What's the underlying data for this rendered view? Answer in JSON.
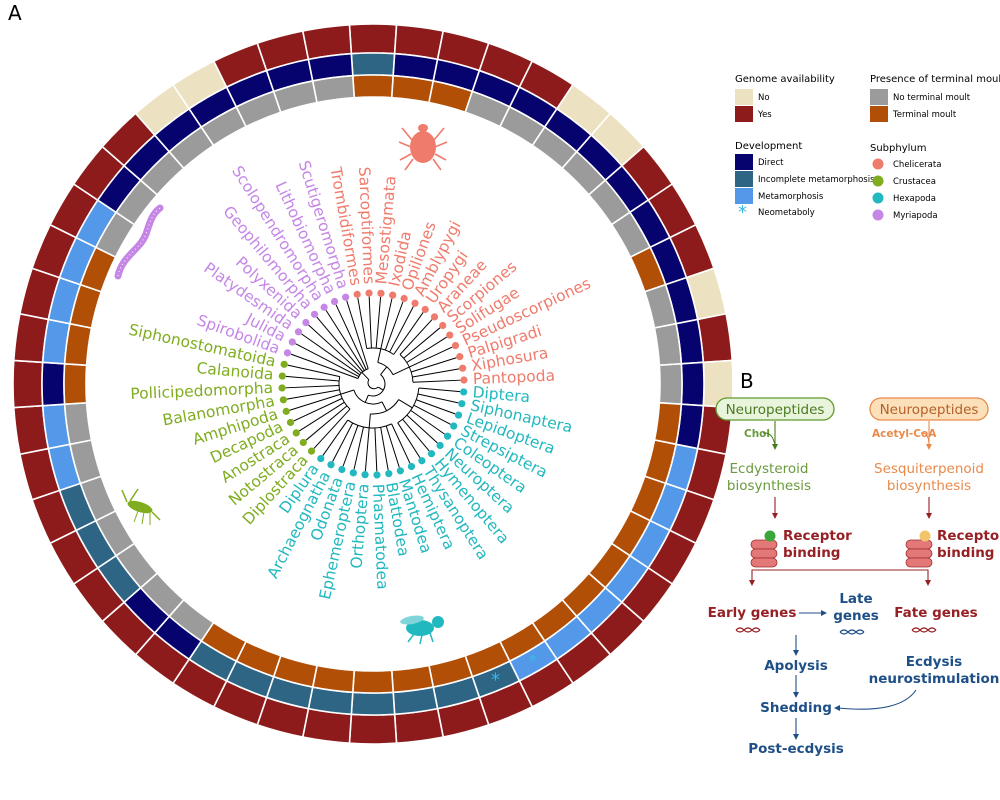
{
  "panels": {
    "a": "A",
    "b": "B"
  },
  "legend": {
    "genome": {
      "title": "Genome availability",
      "items": [
        {
          "label": "No",
          "color": "#ece2c2"
        },
        {
          "label": "Yes",
          "color": "#8e1b1c"
        }
      ]
    },
    "moult": {
      "title": "Presence of terminal moult",
      "items": [
        {
          "label": "No terminal moult",
          "color": "#9b9b9b"
        },
        {
          "label": "Terminal moult",
          "color": "#b24f06"
        }
      ]
    },
    "development": {
      "title": "Development",
      "items": [
        {
          "label": "Direct",
          "color": "#06036e"
        },
        {
          "label": "Incomplete metamorphosis",
          "color": "#2e6585"
        },
        {
          "label": "Metamorphosis",
          "color": "#5499e9"
        },
        {
          "label": "Neometaboly",
          "color": "#3ab7e6",
          "symbol": "*"
        }
      ]
    },
    "subphylum": {
      "title": "Subphylum",
      "items": [
        {
          "label": "Chelicerata",
          "color": "#ef7b6c"
        },
        {
          "label": "Crustacea",
          "color": "#7fad1f"
        },
        {
          "label": "Hexapoda",
          "color": "#22b8c0"
        },
        {
          "label": "Myriapoda",
          "color": "#c586e6"
        }
      ]
    }
  },
  "colors": {
    "genome_no": "#ece2c2",
    "genome_yes": "#8e1b1c",
    "moult_no": "#9b9b9b",
    "moult_yes": "#b24f06",
    "dev_direct": "#06036e",
    "dev_incomplete": "#2e6585",
    "dev_meta": "#5499e9",
    "chelicerata": "#ef7b6c",
    "crustacea": "#7fad1f",
    "hexapoda": "#22b8c0",
    "myriapoda": "#c586e6"
  },
  "tree": {
    "taxa": [
      {
        "name": "Trombidiformes",
        "group": "chelicerata"
      },
      {
        "name": "Sarcoptiformes",
        "group": "chelicerata"
      },
      {
        "name": "Mesostigmata",
        "group": "chelicerata"
      },
      {
        "name": "Ixodida",
        "group": "chelicerata"
      },
      {
        "name": "Opiliones",
        "group": "chelicerata"
      },
      {
        "name": "Amblypygi",
        "group": "chelicerata"
      },
      {
        "name": "Uropygi",
        "group": "chelicerata"
      },
      {
        "name": "Araneae",
        "group": "chelicerata"
      },
      {
        "name": "Scorpiones",
        "group": "chelicerata"
      },
      {
        "name": "Solifugae",
        "group": "chelicerata"
      },
      {
        "name": "Pseudoscorpiones",
        "group": "chelicerata"
      },
      {
        "name": "Palpigradi",
        "group": "chelicerata"
      },
      {
        "name": "Xiphosura",
        "group": "chelicerata"
      },
      {
        "name": "Pantopoda",
        "group": "chelicerata"
      },
      {
        "name": "Diptera",
        "group": "hexapoda"
      },
      {
        "name": "Siphonaptera",
        "group": "hexapoda"
      },
      {
        "name": "Lepidoptera",
        "group": "hexapoda"
      },
      {
        "name": "Strepsiptera",
        "group": "hexapoda"
      },
      {
        "name": "Coleoptera",
        "group": "hexapoda"
      },
      {
        "name": "Neuroptera",
        "group": "hexapoda"
      },
      {
        "name": "Hymenoptera",
        "group": "hexapoda"
      },
      {
        "name": "Thysanoptera",
        "group": "hexapoda"
      },
      {
        "name": "Hemiptera",
        "group": "hexapoda"
      },
      {
        "name": "Mantodea",
        "group": "hexapoda"
      },
      {
        "name": "Blattodea",
        "group": "hexapoda"
      },
      {
        "name": "Phasmatodea",
        "group": "hexapoda"
      },
      {
        "name": "Orthoptera",
        "group": "hexapoda"
      },
      {
        "name": "Ephemeroptera",
        "group": "hexapoda"
      },
      {
        "name": "Odonata",
        "group": "hexapoda"
      },
      {
        "name": "Archaeognatha",
        "group": "hexapoda"
      },
      {
        "name": "Diplura",
        "group": "hexapoda"
      },
      {
        "name": "Diplostraca",
        "group": "crustacea"
      },
      {
        "name": "Notostraca",
        "group": "crustacea"
      },
      {
        "name": "Anostraca",
        "group": "crustacea"
      },
      {
        "name": "Decapoda",
        "group": "crustacea"
      },
      {
        "name": "Amphipoda",
        "group": "crustacea"
      },
      {
        "name": "Balanomorpha",
        "group": "crustacea"
      },
      {
        "name": "Pollicipedomorpha",
        "group": "crustacea"
      },
      {
        "name": "Calanoida",
        "group": "crustacea"
      },
      {
        "name": "Siphonostomatoida",
        "group": "crustacea"
      },
      {
        "name": "Spirobolida",
        "group": "myriapoda"
      },
      {
        "name": "Julida",
        "group": "myriapoda"
      },
      {
        "name": "Platydesmida",
        "group": "myriapoda"
      },
      {
        "name": "Polyxenida",
        "group": "myriapoda"
      },
      {
        "name": "Geophilomorpha",
        "group": "myriapoda"
      },
      {
        "name": "Scolopendromorpha",
        "group": "myriapoda"
      },
      {
        "name": "Lithobiomorpha",
        "group": "myriapoda"
      },
      {
        "name": "Scutigeromorpha",
        "group": "myriapoda"
      }
    ]
  },
  "ring": {
    "segments": [
      {
        "genome": "yes",
        "moult": "yes",
        "dev": "incomplete",
        "neo": false
      },
      {
        "genome": "yes",
        "moult": "yes",
        "dev": "direct",
        "neo": false
      },
      {
        "genome": "yes",
        "moult": "yes",
        "dev": "direct",
        "neo": false
      },
      {
        "genome": "yes",
        "moult": "no",
        "dev": "direct",
        "neo": false
      },
      {
        "genome": "yes",
        "moult": "no",
        "dev": "direct",
        "neo": false
      },
      {
        "genome": "no",
        "moult": "no",
        "dev": "direct",
        "neo": false
      },
      {
        "genome": "no",
        "moult": "no",
        "dev": "direct",
        "neo": false
      },
      {
        "genome": "yes",
        "moult": "no",
        "dev": "direct",
        "neo": false
      },
      {
        "genome": "yes",
        "moult": "no",
        "dev": "direct",
        "neo": false
      },
      {
        "genome": "yes",
        "moult": "yes",
        "dev": "direct",
        "neo": false
      },
      {
        "genome": "no",
        "moult": "no",
        "dev": "direct",
        "neo": false
      },
      {
        "genome": "yes",
        "moult": "no",
        "dev": "direct",
        "neo": false
      },
      {
        "genome": "no",
        "moult": "no",
        "dev": "direct",
        "neo": false
      },
      {
        "genome": "yes",
        "moult": "yes",
        "dev": "direct",
        "neo": false
      },
      {
        "genome": "yes",
        "moult": "yes",
        "dev": "meta",
        "neo": false
      },
      {
        "genome": "yes",
        "moult": "yes",
        "dev": "meta",
        "neo": false
      },
      {
        "genome": "yes",
        "moult": "yes",
        "dev": "meta",
        "neo": false
      },
      {
        "genome": "yes",
        "moult": "yes",
        "dev": "meta",
        "neo": false
      },
      {
        "genome": "yes",
        "moult": "yes",
        "dev": "meta",
        "neo": false
      },
      {
        "genome": "yes",
        "moult": "yes",
        "dev": "meta",
        "neo": false
      },
      {
        "genome": "yes",
        "moult": "yes",
        "dev": "meta",
        "neo": true
      },
      {
        "genome": "yes",
        "moult": "yes",
        "dev": "incomplete",
        "neo": true
      },
      {
        "genome": "yes",
        "moult": "yes",
        "dev": "incomplete",
        "neo": false
      },
      {
        "genome": "yes",
        "moult": "yes",
        "dev": "incomplete",
        "neo": false
      },
      {
        "genome": "yes",
        "moult": "yes",
        "dev": "incomplete",
        "neo": false
      },
      {
        "genome": "yes",
        "moult": "yes",
        "dev": "incomplete",
        "neo": false
      },
      {
        "genome": "yes",
        "moult": "yes",
        "dev": "incomplete",
        "neo": false
      },
      {
        "genome": "yes",
        "moult": "yes",
        "dev": "incomplete",
        "neo": false
      },
      {
        "genome": "yes",
        "moult": "yes",
        "dev": "incomplete",
        "neo": false
      },
      {
        "genome": "yes",
        "moult": "no",
        "dev": "direct",
        "neo": false
      },
      {
        "genome": "yes",
        "moult": "no",
        "dev": "direct",
        "neo": false
      },
      {
        "genome": "yes",
        "moult": "no",
        "dev": "incomplete",
        "neo": false
      },
      {
        "genome": "yes",
        "moult": "no",
        "dev": "incomplete",
        "neo": false
      },
      {
        "genome": "yes",
        "moult": "no",
        "dev": "incomplete",
        "neo": false
      },
      {
        "genome": "yes",
        "moult": "no",
        "dev": "meta",
        "neo": false
      },
      {
        "genome": "yes",
        "moult": "no",
        "dev": "meta",
        "neo": false
      },
      {
        "genome": "yes",
        "moult": "yes",
        "dev": "direct",
        "neo": false
      },
      {
        "genome": "yes",
        "moult": "yes",
        "dev": "meta",
        "neo": false
      },
      {
        "genome": "yes",
        "moult": "yes",
        "dev": "meta",
        "neo": false
      },
      {
        "genome": "yes",
        "moult": "yes",
        "dev": "meta",
        "neo": false
      },
      {
        "genome": "yes",
        "moult": "no",
        "dev": "meta",
        "neo": false
      },
      {
        "genome": "yes",
        "moult": "no",
        "dev": "direct",
        "neo": false
      },
      {
        "genome": "yes",
        "moult": "no",
        "dev": "direct",
        "neo": false
      },
      {
        "genome": "no",
        "moult": "no",
        "dev": "direct",
        "neo": false
      },
      {
        "genome": "no",
        "moult": "no",
        "dev": "direct",
        "neo": false
      },
      {
        "genome": "yes",
        "moult": "no",
        "dev": "direct",
        "neo": false
      },
      {
        "genome": "yes",
        "moult": "no",
        "dev": "direct",
        "neo": false
      },
      {
        "genome": "yes",
        "moult": "no",
        "dev": "direct",
        "neo": false
      }
    ]
  },
  "pathway": {
    "left_pill": "Neuropeptides",
    "right_pill": "Neuropeptides",
    "left_precursor": "Chol",
    "right_precursor": "Acetyl-CoA",
    "left_process": [
      "Ecdysteroid",
      "biosynthesis"
    ],
    "right_process": [
      "Sesquiterpenoid",
      "biosynthesis"
    ],
    "left_receptor": [
      "Receptor",
      "binding"
    ],
    "right_receptor": [
      "Receptor",
      "binding"
    ],
    "early": "Early genes",
    "late": [
      "Late",
      "genes"
    ],
    "fate": "Fate genes",
    "apolysis": "Apolysis",
    "ecdysis": [
      "Ecdysis",
      "neurostimulation"
    ],
    "shedding": "Shedding",
    "post": "Post-ecdysis"
  }
}
